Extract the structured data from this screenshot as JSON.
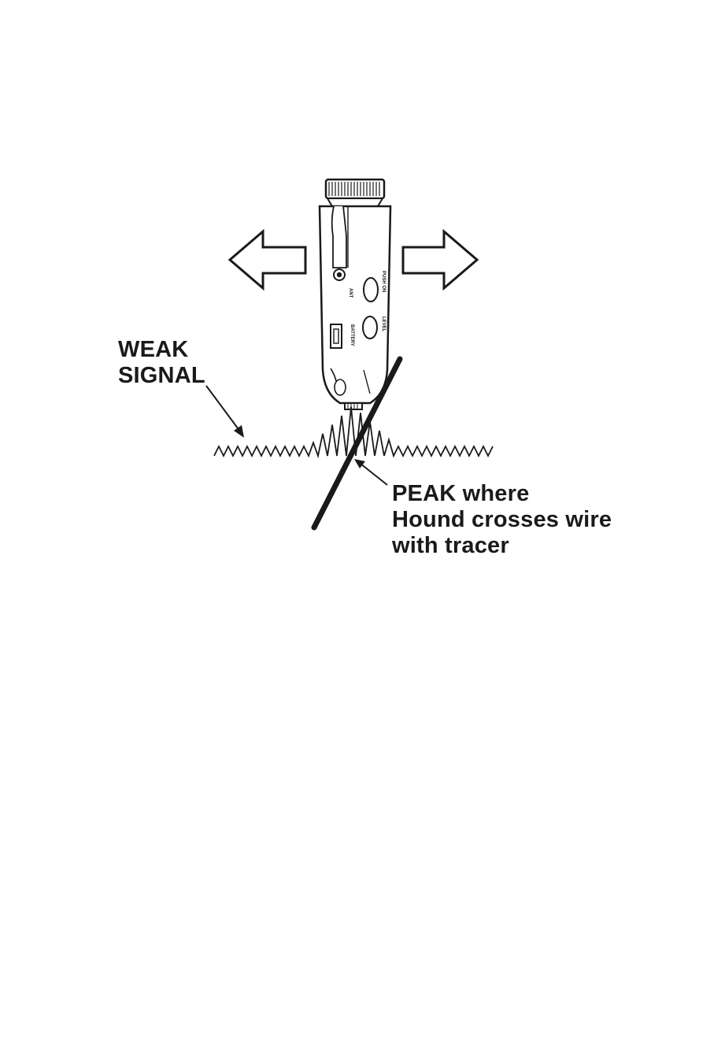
{
  "labels": {
    "weak_line1": "WEAK",
    "weak_line2": "SIGNAL",
    "peak_word": "PEAK",
    "peak_rest": " where",
    "peak_line2": "Hound crosses wire",
    "peak_line3": "with tracer"
  },
  "device": {
    "label_jack": "ANT",
    "label_push_on": "PUSH ON",
    "label_level": "LEVEL",
    "label_battery": "BATTERY"
  },
  "colors": {
    "ink": "#1a1a1a",
    "background": "#ffffff"
  },
  "icons": {
    "left_arrow": "left-arrow-icon",
    "right_arrow": "right-arrow-icon"
  }
}
